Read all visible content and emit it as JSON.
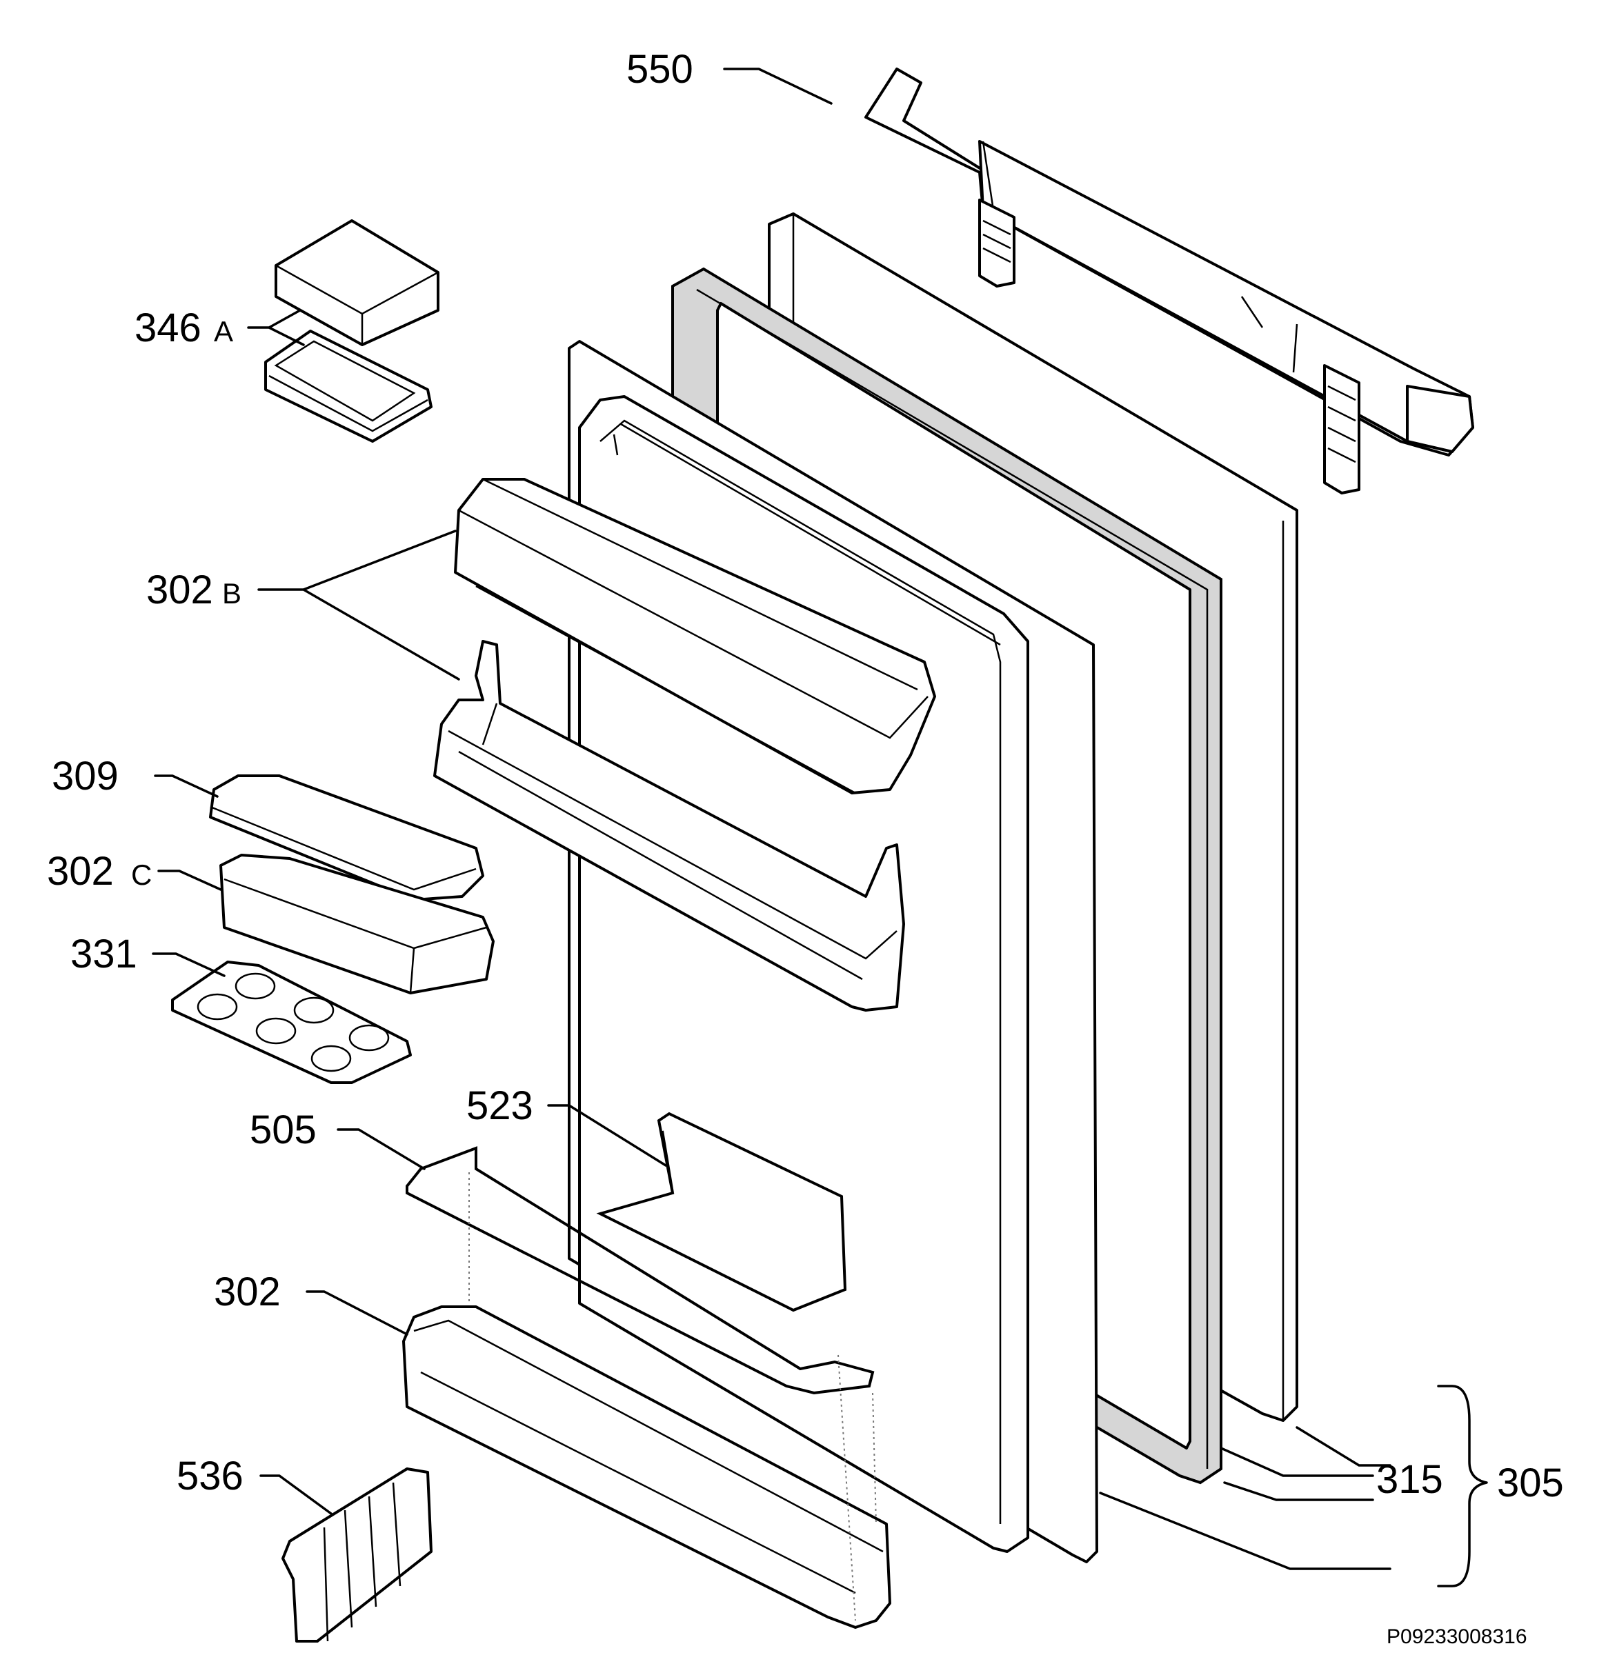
{
  "labels": {
    "l550": "550",
    "l346": "346",
    "l346s": "A",
    "l302b": "302",
    "l302bs": "B",
    "l309": "309",
    "l302c": "302",
    "l302cs": "C",
    "l331": "331",
    "l523": "523",
    "l505": "505",
    "l302": "302",
    "l536": "536",
    "l315": "315",
    "l305": "305"
  },
  "drawing_code": "P09233008316"
}
